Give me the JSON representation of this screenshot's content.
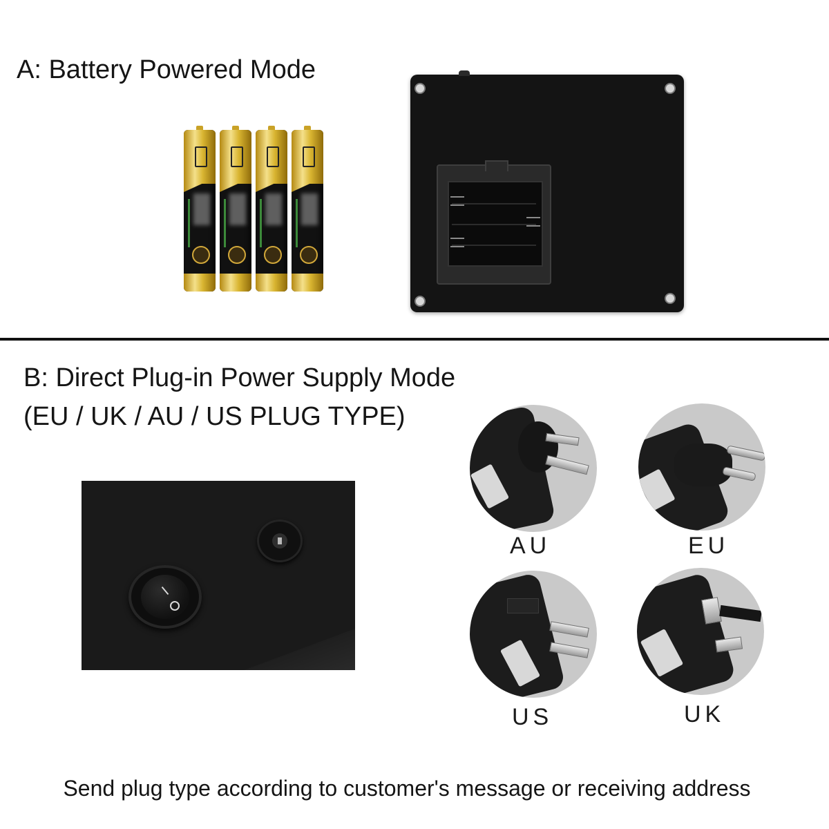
{
  "section_a": {
    "title": "A:  Battery Powered Mode",
    "battery_count": 4
  },
  "section_b": {
    "title": "B:  Direct Plug-in Power Supply Mode",
    "subtitle": "(EU / UK / AU / US PLUG TYPE)",
    "plugs": [
      {
        "name": "AU"
      },
      {
        "name": "EU"
      },
      {
        "name": "US"
      },
      {
        "name": "UK"
      }
    ]
  },
  "footer": {
    "note": "Send plug type according to customer's message or receiving address"
  },
  "icons": {
    "battery": "aa-battery-icon",
    "screw": "screw-icon",
    "switch": "rocker-switch-icon",
    "jack": "dc-jack-icon",
    "plug": "power-adapter-icon"
  },
  "colors": {
    "battery_gold": "#d9b531",
    "device_black": "#141414",
    "text": "#151515",
    "plug_background": "#c9c9c9"
  }
}
